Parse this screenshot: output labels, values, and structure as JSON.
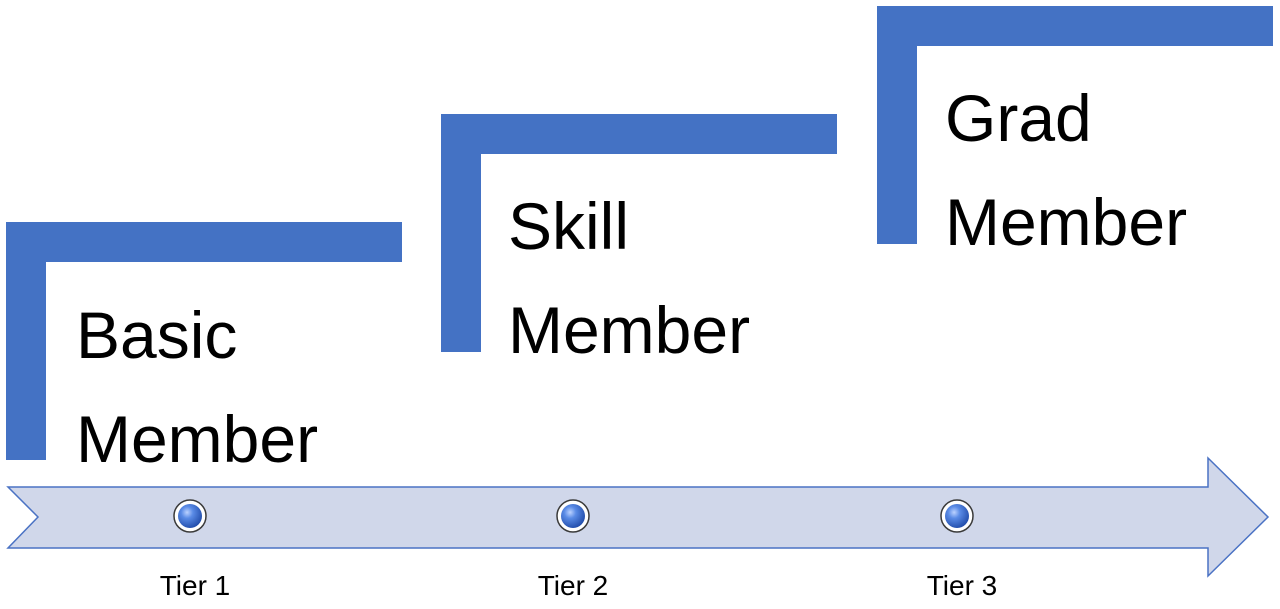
{
  "steps": [
    {
      "title_line1": "Basic",
      "title_line2": "Member",
      "tier_label": "Tier 1"
    },
    {
      "title_line1": "Skill",
      "title_line2": "Member",
      "tier_label": "Tier 2"
    },
    {
      "title_line1": "Grad",
      "title_line2": "Member",
      "tier_label": "Tier 3"
    }
  ],
  "colors": {
    "bracket": "#4472c4",
    "arrow_fill": "#d0d7ea",
    "arrow_stroke": "#4a72c4",
    "marker": "#2f62c8"
  }
}
